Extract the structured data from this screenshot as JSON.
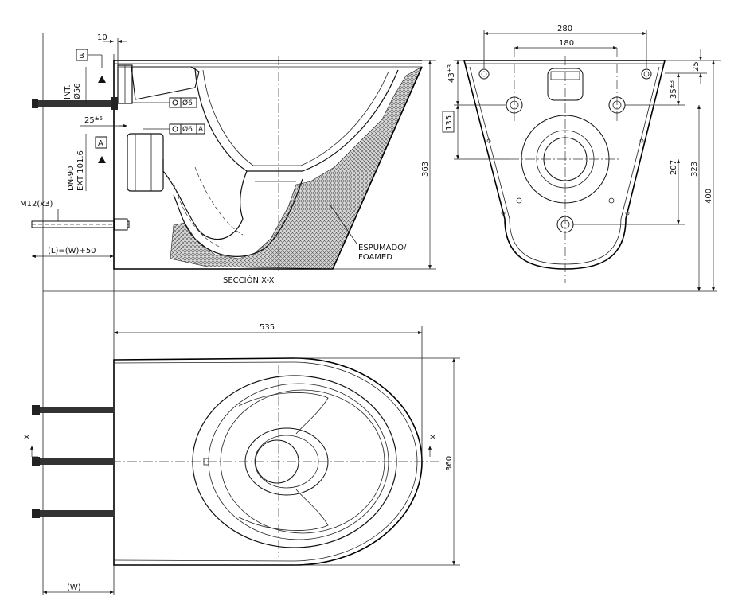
{
  "section_view": {
    "caption": "SECCIÓN X-X",
    "foam_label_es": "ESPUMADO/",
    "foam_label_en": "FOAMED",
    "dim_top_offset": "10",
    "dim_offset_25": "25",
    "dim_offset_25_tol": "±5",
    "datum_b": "B",
    "datum_a": "A",
    "inlet_label_1": "INT.",
    "inlet_label_2": "Ø56",
    "outlet_label_1": "DN-90",
    "outlet_label_2": "EXT 101.6",
    "tol_b": "Ø6",
    "tol_a_1": "Ø6",
    "tol_a_2": "A",
    "bolt_label": "M12(x3)",
    "length_formula": "(L)=(W)+50",
    "dim_height": "363"
  },
  "rear_view": {
    "dim_280": "280",
    "dim_180": "180",
    "dim_43": "43",
    "dim_43_tol": "±3",
    "dim_135": "135",
    "dim_25": "25",
    "dim_35": "35",
    "dim_35_tol": "±3",
    "dim_207": "207",
    "dim_323": "323",
    "dim_400": "400"
  },
  "plan_view": {
    "dim_length": "535",
    "dim_width": "360",
    "section_mark_left": "X",
    "section_mark_right": "X",
    "wall_thickness": "(W)"
  }
}
